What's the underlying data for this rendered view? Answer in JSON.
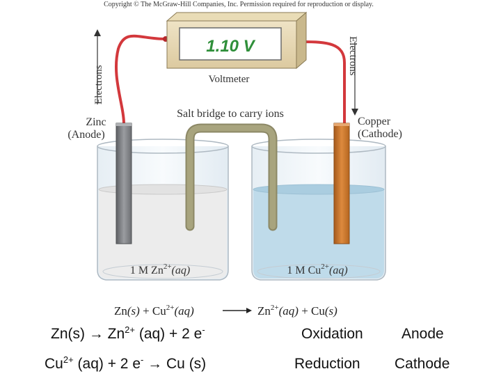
{
  "diagram": {
    "copyright": "Copyright © The McGraw-Hill Companies, Inc. Permission required for reproduction or display.",
    "voltmeter_reading": "1.10 V",
    "voltmeter_label": "Voltmeter",
    "electrons_left": "Electrons",
    "electrons_right": "Electrons",
    "zinc_label": "Zinc",
    "anode_label": "(Anode)",
    "copper_label": "Copper",
    "cathode_label": "(Cathode)",
    "salt_bridge_label": "Salt bridge to carry ions",
    "left_solution": {
      "prefix": "1 M Zn",
      "charge": "2+",
      "state": "(aq)"
    },
    "right_solution": {
      "prefix": "1 M Cu",
      "charge": "2+",
      "state": "(aq)"
    },
    "overall": {
      "lhs1": "Zn",
      "lhs1_state": "(s)",
      "plus1": " + Cu",
      "lhs2_charge": "2+",
      "lhs2_state": "(aq)",
      "rhs1": "Zn",
      "rhs1_charge": "2+",
      "rhs1_state": "(aq)",
      "plus2": " + Cu",
      "rhs2_state": "(s)"
    },
    "colors": {
      "wire": "#d3383c",
      "zinc": "#7d7f83",
      "copper": "#c8732b",
      "bridge": "#a8a47e",
      "cu_solution": "#bfdbea"
    }
  },
  "reactions": [
    {
      "part1": "Zn(s) → Zn",
      "sup1": "2+",
      "part2": " (aq) + 2 e",
      "sup2": "-",
      "part3": "",
      "type": "Oxidation",
      "electrode": "Anode"
    },
    {
      "part1": "Cu",
      "sup1": "2+",
      "part2": " (aq) + 2 e",
      "sup2": "-",
      "part3": " → Cu (s)",
      "type": "Reduction",
      "electrode": "Cathode"
    }
  ]
}
